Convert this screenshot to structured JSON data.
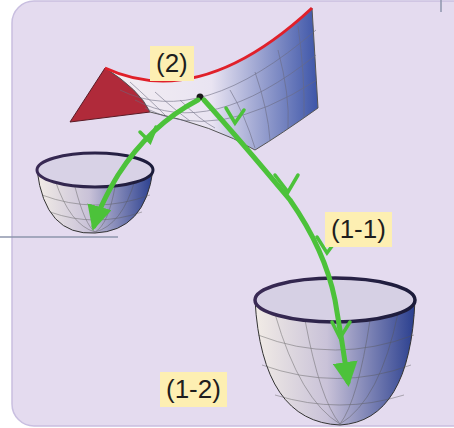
{
  "diagram": {
    "labels": [
      "(2)",
      "(1-1)",
      "(1-2)"
    ]
  }
}
